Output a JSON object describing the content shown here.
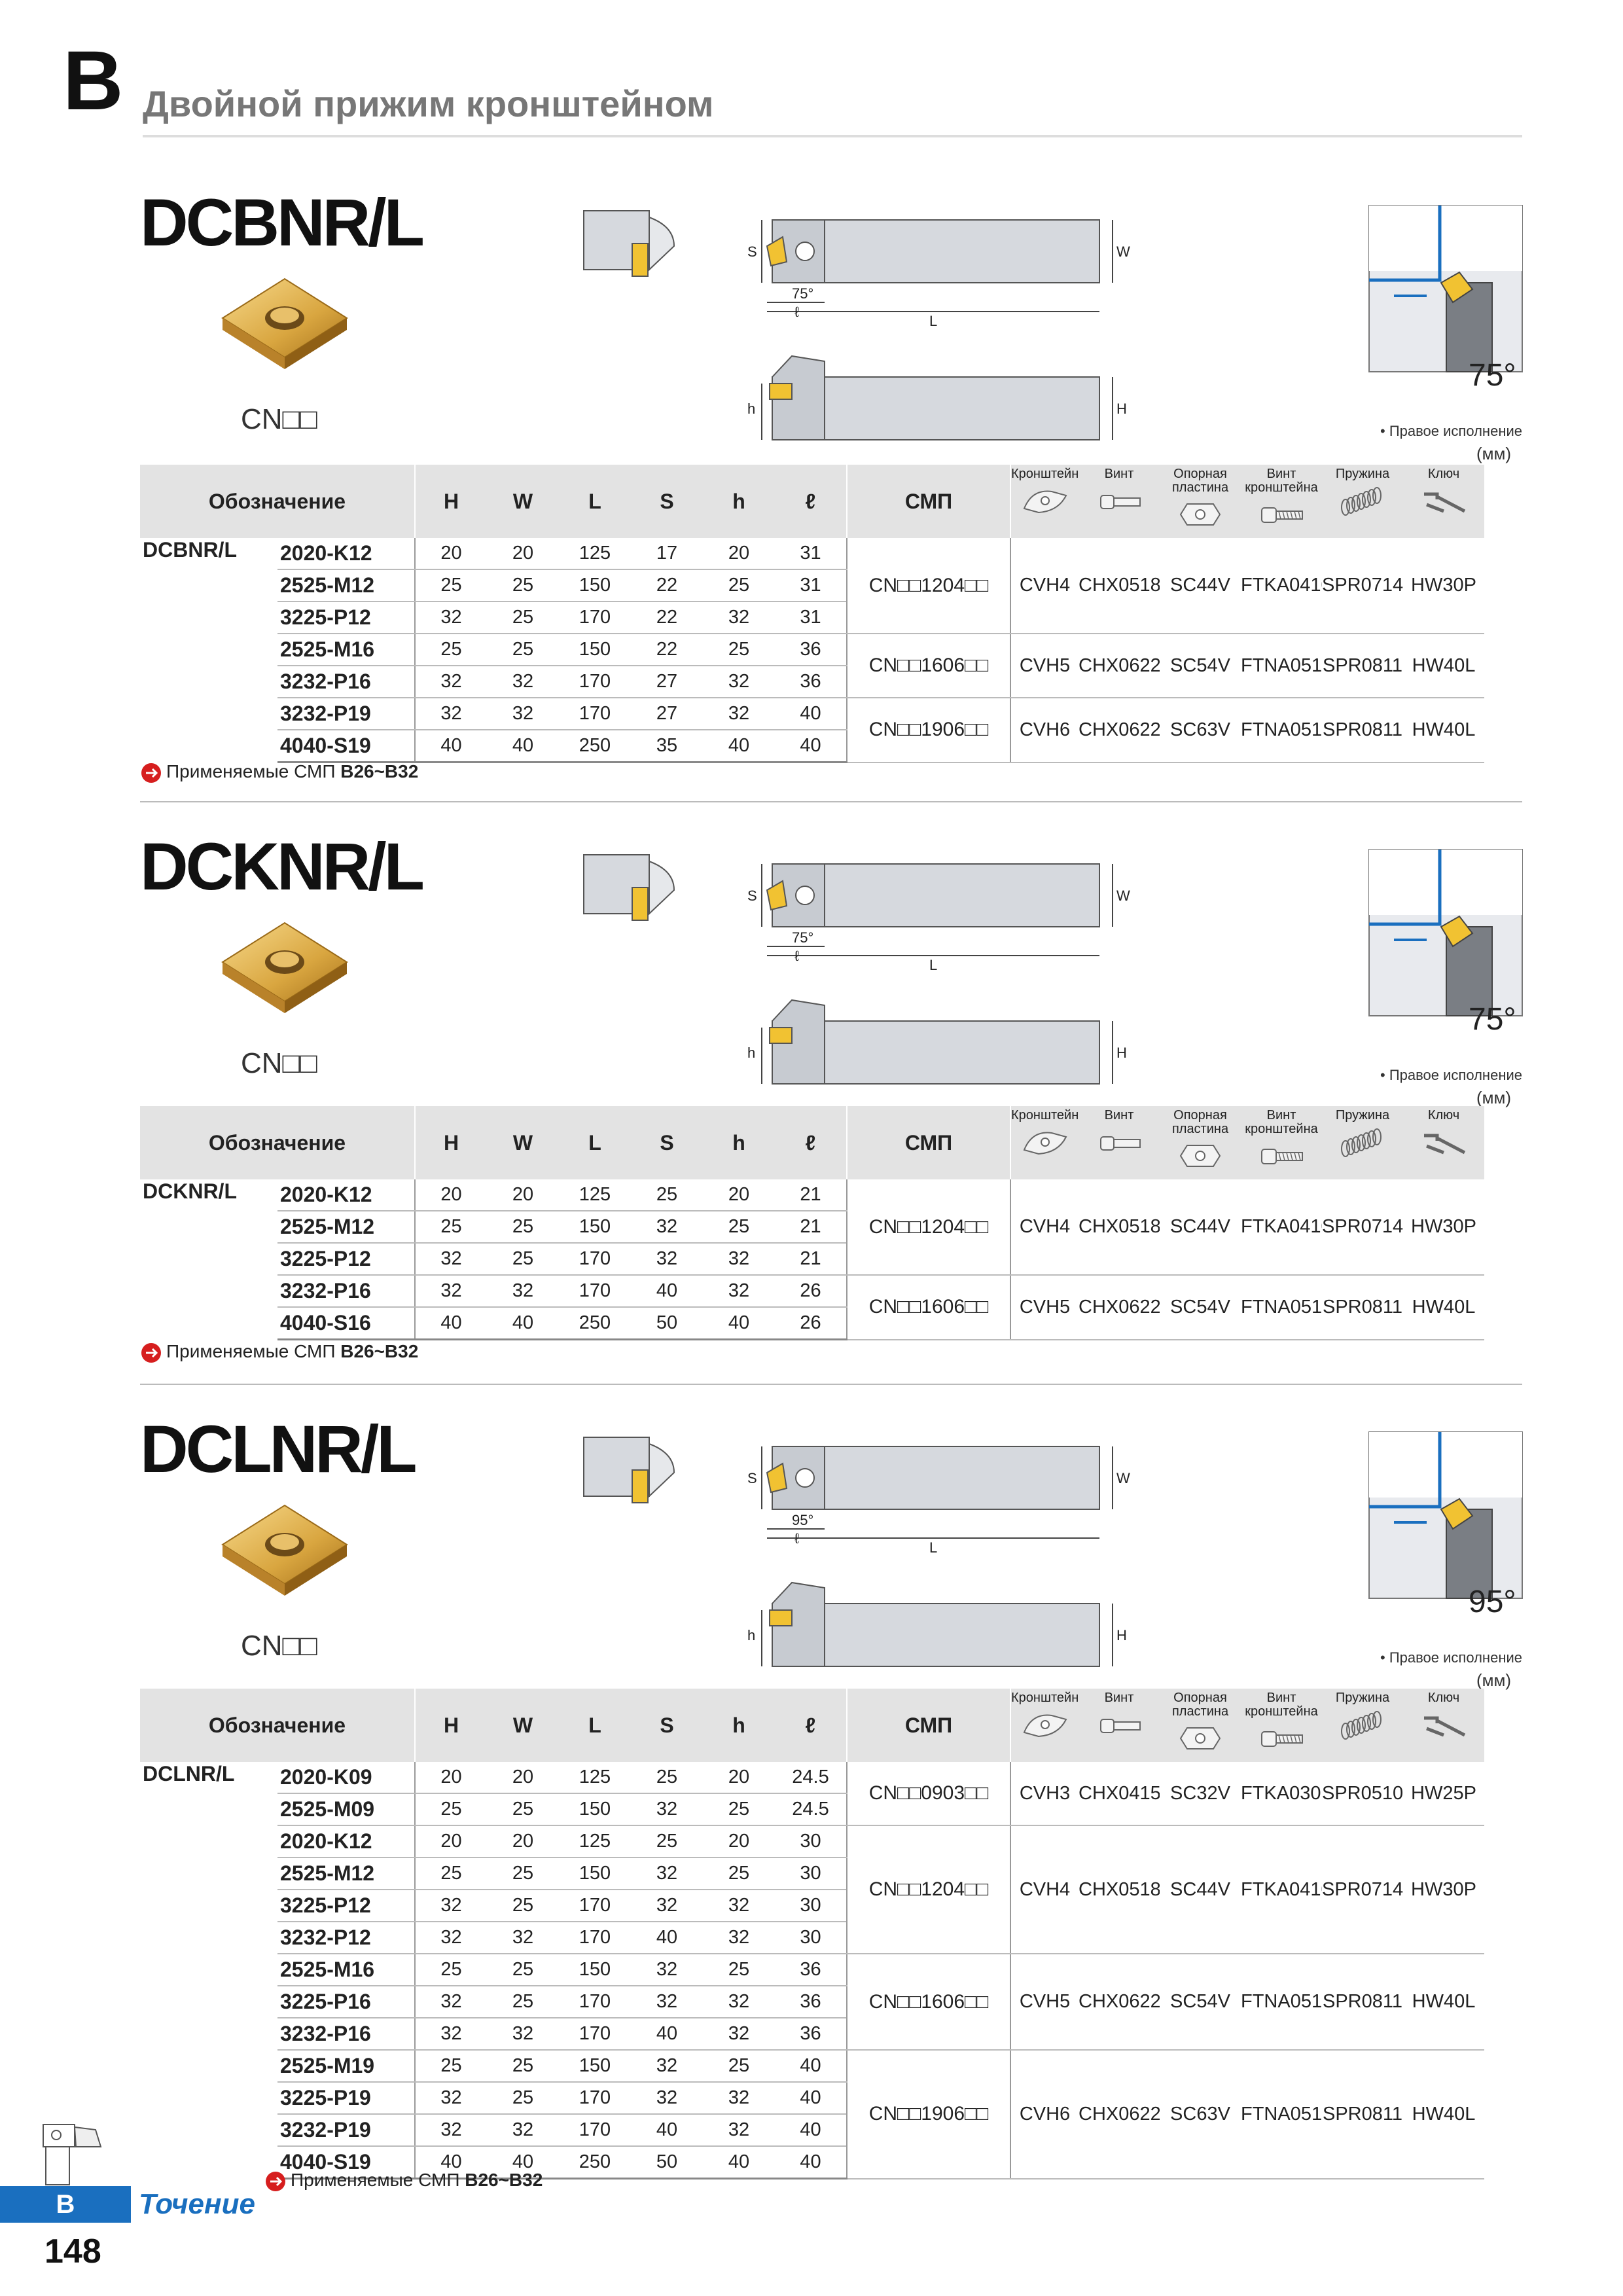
{
  "header": {
    "letter": "B",
    "title": "Двойной прижим кронштейном"
  },
  "columns": {
    "designation": "Обозначение",
    "dims": [
      "H",
      "W",
      "L",
      "S",
      "h",
      "ℓ"
    ],
    "insert": "СМП",
    "parts": [
      "Кронштейн",
      "Винт",
      "Опорная пластина",
      "Винт кронштейна",
      "Пружина",
      "Ключ"
    ]
  },
  "common": {
    "insert_label": "CN□□",
    "right_hand": "• Правое исполнение",
    "mm": "(мм)",
    "applicable": "Применяемые СМП",
    "applicable_ref": "B26~B32"
  },
  "diagram_labels": {
    "S": "S",
    "W": "W",
    "L": "L",
    "h": "h",
    "H": "H",
    "ell": "ℓ",
    "deg75": "75°",
    "deg95": "95°"
  },
  "sections": [
    {
      "title": "DCBNR/L",
      "angle": "75°",
      "rows": [
        {
          "code": "2020-K12",
          "v": [
            "20",
            "20",
            "125",
            "17",
            "20",
            "31"
          ]
        },
        {
          "code": "2525-M12",
          "v": [
            "25",
            "25",
            "150",
            "22",
            "25",
            "31"
          ]
        },
        {
          "code": "3225-P12",
          "v": [
            "32",
            "25",
            "170",
            "22",
            "32",
            "31"
          ]
        },
        {
          "code": "2525-M16",
          "v": [
            "25",
            "25",
            "150",
            "22",
            "25",
            "36"
          ]
        },
        {
          "code": "3232-P16",
          "v": [
            "32",
            "32",
            "170",
            "27",
            "32",
            "36"
          ]
        },
        {
          "code": "3232-P19",
          "v": [
            "32",
            "32",
            "170",
            "27",
            "32",
            "40"
          ]
        },
        {
          "code": "4040-S19",
          "v": [
            "40",
            "40",
            "250",
            "35",
            "40",
            "40"
          ]
        }
      ],
      "groups": [
        {
          "insert": "CN□□1204□□",
          "parts": [
            "CVH4",
            "CHX0518",
            "SC44V",
            "FTKA0410",
            "SPR0714",
            "HW30P"
          ]
        },
        {
          "insert": "CN□□1606□□",
          "parts": [
            "CVH5",
            "CHX0622",
            "SC54V",
            "FTNA0511",
            "SPR0811",
            "HW40L"
          ]
        },
        {
          "insert": "CN□□1906□□",
          "parts": [
            "CVH6",
            "CHX0622",
            "SC63V",
            "FTNA0511",
            "SPR0811",
            "HW40L"
          ]
        }
      ]
    },
    {
      "title": "DCKNR/L",
      "angle": "75°",
      "rows": [
        {
          "code": "2020-K12",
          "v": [
            "20",
            "20",
            "125",
            "25",
            "20",
            "21"
          ]
        },
        {
          "code": "2525-M12",
          "v": [
            "25",
            "25",
            "150",
            "32",
            "25",
            "21"
          ]
        },
        {
          "code": "3225-P12",
          "v": [
            "32",
            "25",
            "170",
            "32",
            "32",
            "21"
          ]
        },
        {
          "code": "3232-P16",
          "v": [
            "32",
            "32",
            "170",
            "40",
            "32",
            "26"
          ]
        },
        {
          "code": "4040-S16",
          "v": [
            "40",
            "40",
            "250",
            "50",
            "40",
            "26"
          ]
        }
      ],
      "groups": [
        {
          "insert": "CN□□1204□□",
          "parts": [
            "CVH4",
            "CHX0518",
            "SC44V",
            "FTKA0410",
            "SPR0714",
            "HW30P"
          ]
        },
        {
          "insert": "CN□□1606□□",
          "parts": [
            "CVH5",
            "CHX0622",
            "SC54V",
            "FTNA0511",
            "SPR0811",
            "HW40L"
          ]
        }
      ]
    },
    {
      "title": "DCLNR/L",
      "angle": "95°",
      "rows": [
        {
          "code": "2020-K09",
          "v": [
            "20",
            "20",
            "125",
            "25",
            "20",
            "24.5"
          ]
        },
        {
          "code": "2525-M09",
          "v": [
            "25",
            "25",
            "150",
            "32",
            "25",
            "24.5"
          ]
        },
        {
          "code": "2020-K12",
          "v": [
            "20",
            "20",
            "125",
            "25",
            "20",
            "30"
          ]
        },
        {
          "code": "2525-M12",
          "v": [
            "25",
            "25",
            "150",
            "32",
            "25",
            "30"
          ]
        },
        {
          "code": "3225-P12",
          "v": [
            "32",
            "25",
            "170",
            "32",
            "32",
            "30"
          ]
        },
        {
          "code": "3232-P12",
          "v": [
            "32",
            "32",
            "170",
            "40",
            "32",
            "30"
          ]
        },
        {
          "code": "2525-M16",
          "v": [
            "25",
            "25",
            "150",
            "32",
            "25",
            "36"
          ]
        },
        {
          "code": "3225-P16",
          "v": [
            "32",
            "25",
            "170",
            "32",
            "32",
            "36"
          ]
        },
        {
          "code": "3232-P16",
          "v": [
            "32",
            "32",
            "170",
            "40",
            "32",
            "36"
          ]
        },
        {
          "code": "2525-M19",
          "v": [
            "25",
            "25",
            "150",
            "32",
            "25",
            "40"
          ]
        },
        {
          "code": "3225-P19",
          "v": [
            "32",
            "25",
            "170",
            "32",
            "32",
            "40"
          ]
        },
        {
          "code": "3232-P19",
          "v": [
            "32",
            "32",
            "170",
            "40",
            "32",
            "40"
          ]
        },
        {
          "code": "4040-S19",
          "v": [
            "40",
            "40",
            "250",
            "50",
            "40",
            "40"
          ]
        }
      ],
      "groups": [
        {
          "insert": "CN□□0903□□",
          "parts": [
            "CVH3",
            "CHX0415",
            "SC32V",
            "FTKA0307",
            "SPR0510",
            "HW25P"
          ]
        },
        {
          "insert": "CN□□1204□□",
          "parts": [
            "CVH4",
            "CHX0518",
            "SC44V",
            "FTKA0410",
            "SPR0714",
            "HW30P"
          ]
        },
        {
          "insert": "CN□□1606□□",
          "parts": [
            "CVH5",
            "CHX0622",
            "SC54V",
            "FTNA0511",
            "SPR0811",
            "HW40L"
          ]
        },
        {
          "insert": "CN□□1906□□",
          "parts": [
            "CVH6",
            "CHX0622",
            "SC63V",
            "FTNA0511",
            "SPR0811",
            "HW40L"
          ]
        }
      ]
    }
  ],
  "footer": {
    "tab": "B",
    "label": "Точение",
    "page": "148"
  }
}
